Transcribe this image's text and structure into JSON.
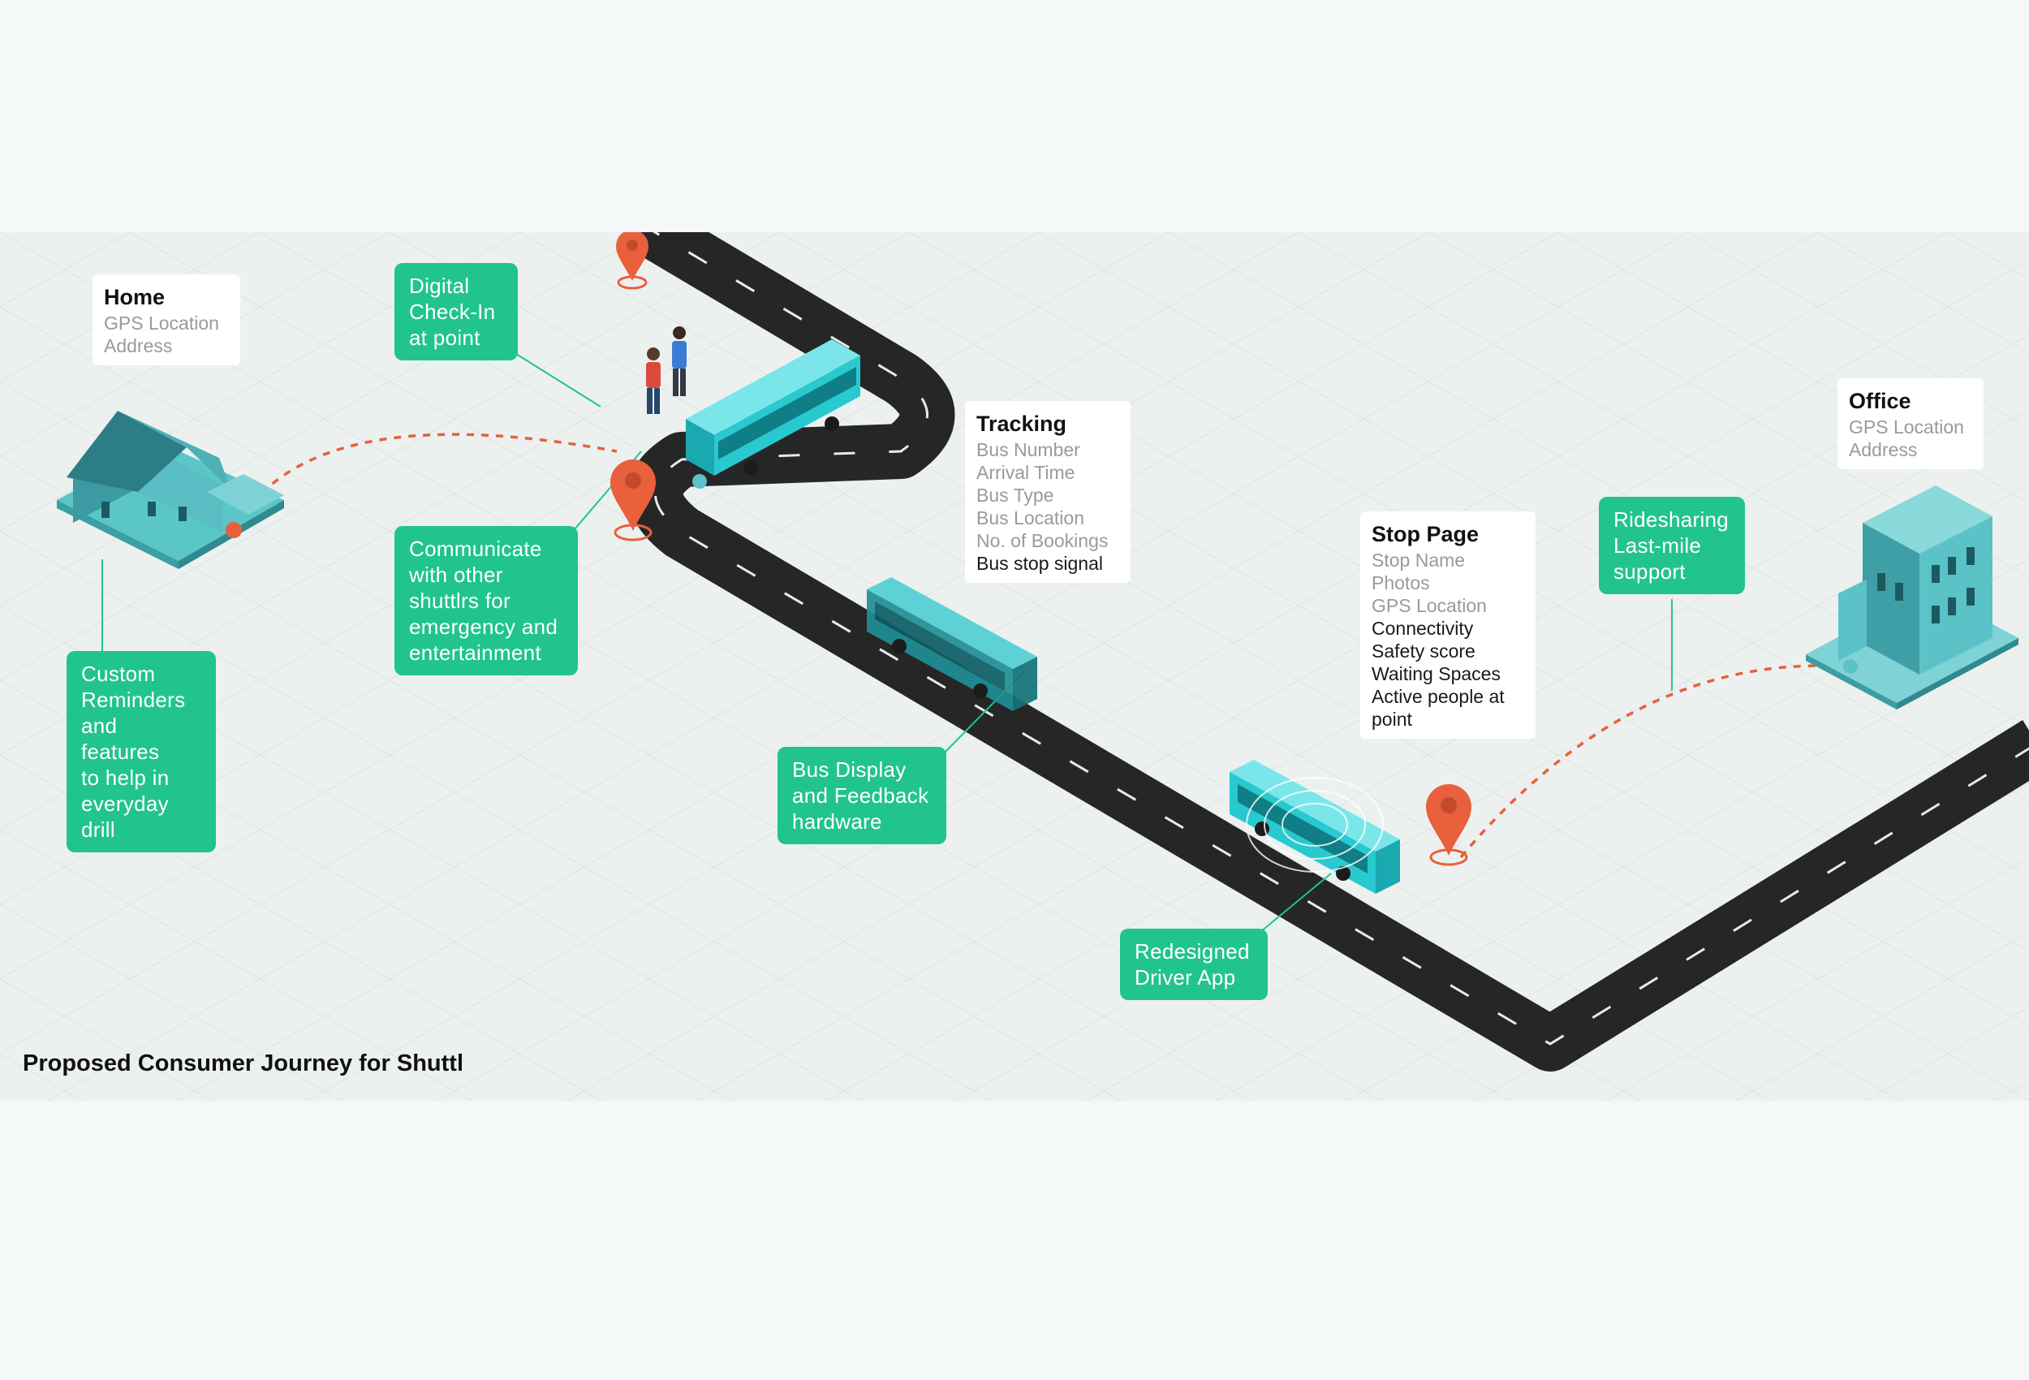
{
  "caption": "Proposed Consumer Journey for Shuttl",
  "colors": {
    "accent_green": "#21c48e",
    "road": "#262626",
    "bus_teal": "#28c9cf",
    "pin_orange": "#e8603c",
    "building_teal": "#4fc1c6"
  },
  "icons": [
    "house-icon",
    "office-building-icon",
    "bus-icon",
    "location-pin-icon",
    "commuter-figure-icon"
  ],
  "cards": {
    "home": {
      "title": "Home",
      "lines": [
        "GPS Location",
        "Address"
      ]
    },
    "office": {
      "title": "Office",
      "lines": [
        "GPS Location",
        "Address"
      ]
    },
    "tracking": {
      "title": "Tracking",
      "lines": [
        "Bus Number",
        "Arrival Time",
        "Bus Type",
        "Bus Location",
        "No. of Bookings"
      ],
      "highlight": "Bus stop signal"
    },
    "stop_page": {
      "title": "Stop Page",
      "lines": [
        "Stop Name",
        "Photos",
        "GPS Location"
      ],
      "highlight_lines": [
        "Connectivity",
        "Safety score",
        "Waiting Spaces",
        "Active people at point"
      ]
    }
  },
  "tags": {
    "digital_checkin": "Digital\nCheck-In\nat point",
    "communicate": "Communicate\nwith other\n shuttlrs for\nemergency and\nentertainment",
    "custom_reminders": "Custom\nReminders\nand features\nto help in\neveryday\ndrill",
    "bus_display": "Bus Display\nand Feedback\nhardware",
    "redesigned_driver": "Redesigned\nDriver App",
    "ridesharing": "Ridesharing\nLast-mile\nsupport"
  }
}
